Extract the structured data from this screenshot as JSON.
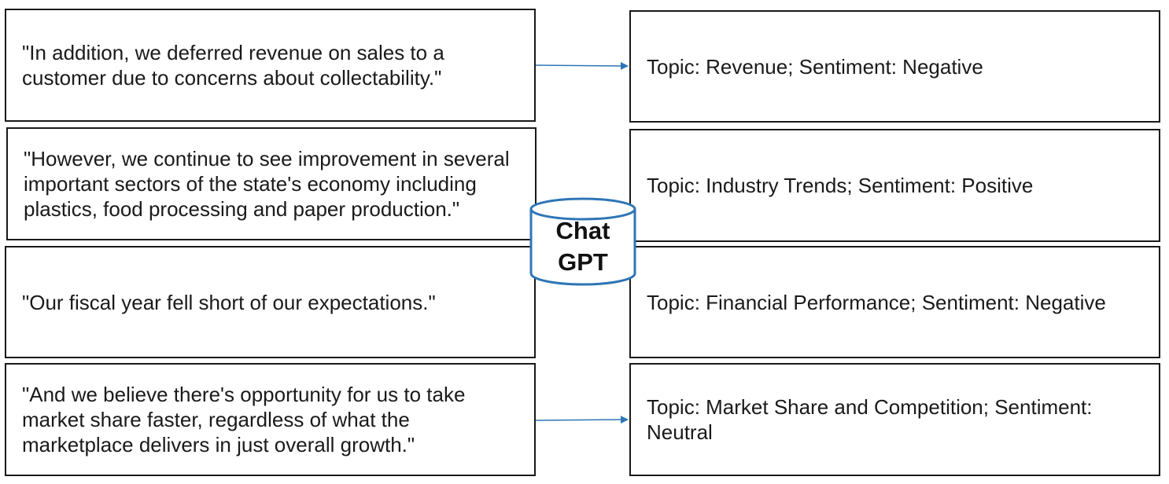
{
  "model": {
    "label_line1": "Chat",
    "label_line2": "GPT"
  },
  "rows": [
    {
      "input_text": "\"In addition, we deferred revenue on sales to a customer due to concerns about collectability.\"",
      "output_text": "Topic: Revenue; Sentiment: Negative",
      "has_arrow": true
    },
    {
      "input_text": "\"However, we continue to see improvement in several important sectors of the state's economy including plastics, food processing and paper production.\"",
      "output_text": "Topic: Industry Trends; Sentiment: Positive",
      "has_arrow": false
    },
    {
      "input_text": "\"Our fiscal year fell short of our expectations.\"",
      "output_text": "Topic: Financial Performance; Sentiment: Negative",
      "has_arrow": false
    },
    {
      "input_text": "\"And we believe there's opportunity for us to take market share faster, regardless of what the marketplace delivers in just overall growth.\"",
      "output_text": "Topic: Market Share and Competition; Sentiment: Neutral",
      "has_arrow": true
    }
  ],
  "colors": {
    "border": "#1a1a1a",
    "arrow": "#2e75b6",
    "cylinder_stroke": "#2e75b6"
  }
}
